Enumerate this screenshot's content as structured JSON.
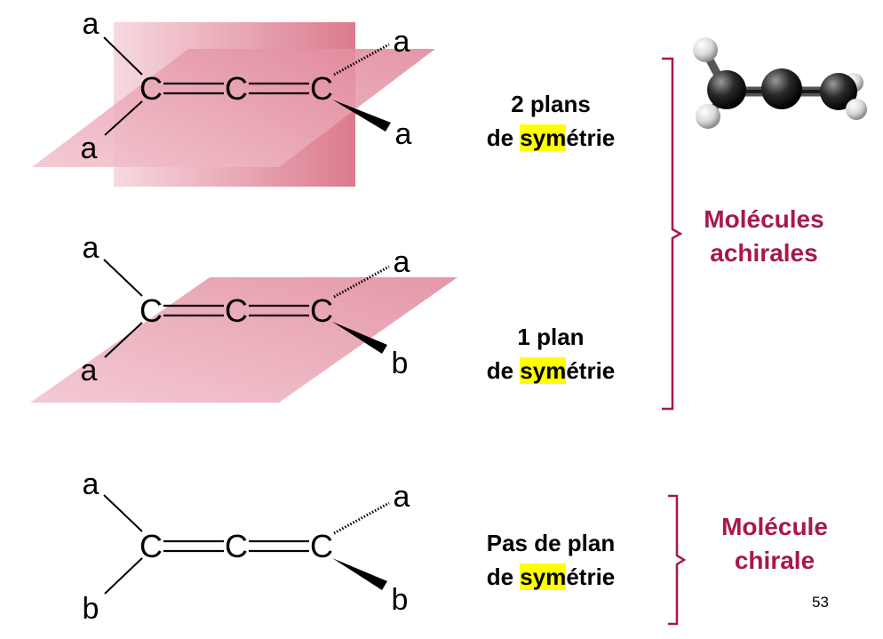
{
  "molecules": [
    {
      "substituents": {
        "left_top": "a",
        "left_bottom": "a",
        "right_top": "a",
        "right_bottom": "a"
      },
      "desc_line1": "2 plans",
      "desc_line2_prefix": "de ",
      "desc_line2_highlight": "sym",
      "desc_line2_suffix": "étrie"
    },
    {
      "substituents": {
        "left_top": "a",
        "left_bottom": "a",
        "right_top": "a",
        "right_bottom": "b"
      },
      "desc_line1": "1 plan",
      "desc_line2_prefix": "de ",
      "desc_line2_highlight": "sym",
      "desc_line2_suffix": "étrie"
    },
    {
      "substituents": {
        "left_top": "a",
        "left_bottom": "b",
        "right_top": "a",
        "right_bottom": "b"
      },
      "desc_line1": "Pas de plan",
      "desc_line2_prefix": "de ",
      "desc_line2_highlight": "sym",
      "desc_line2_suffix": "étrie"
    }
  ],
  "carbon_symbol": "C",
  "groups": {
    "achiral": {
      "line1": "Molécules",
      "line2": "achirales"
    },
    "chiral": {
      "line1": "Molécule",
      "line2": "chirale"
    }
  },
  "page_number": "53",
  "colors": {
    "plane_fill": "#e48fa0",
    "bracket": "#a8174f",
    "group_label": "#a8174f",
    "highlight": "#ffff00"
  }
}
